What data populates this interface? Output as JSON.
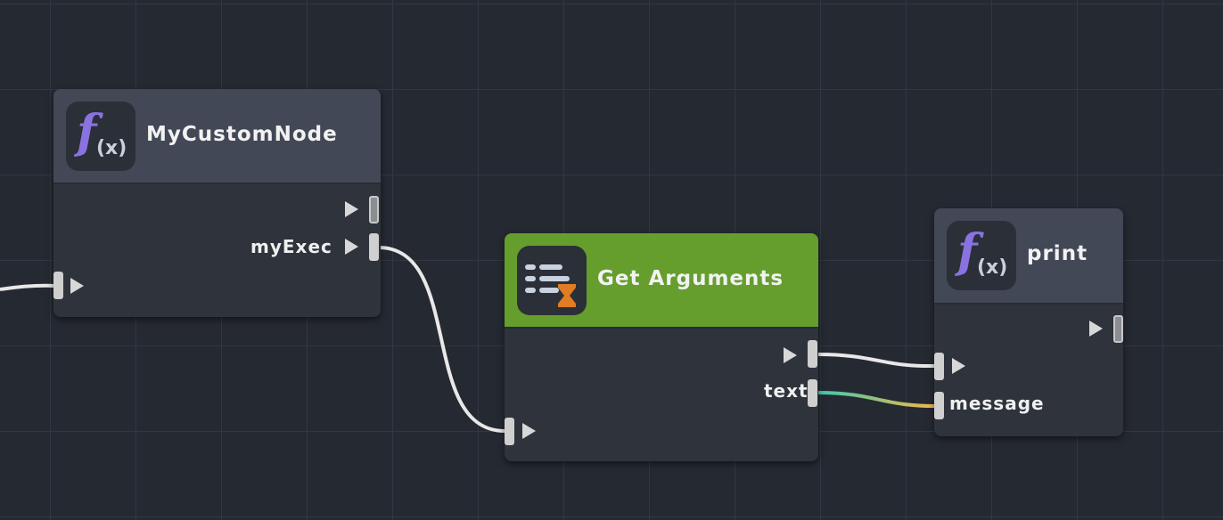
{
  "nodes": {
    "custom": {
      "title": "MyCustomNode",
      "icon": "function-icon",
      "outputs": [
        "",
        "myExec"
      ],
      "inputs": [
        ""
      ]
    },
    "get_args": {
      "title": "Get Arguments",
      "icon": "arguments-icon",
      "outputs": [
        "",
        "text"
      ],
      "inputs": [
        ""
      ],
      "header_color": "#659e2d"
    },
    "print": {
      "title": "print",
      "icon": "function-icon",
      "outputs": [
        ""
      ],
      "inputs": [
        "",
        "message"
      ]
    }
  },
  "icon_text": {
    "f": "f",
    "x": "(x)"
  },
  "colors": {
    "background": "#252932",
    "node_body": "#2e333c",
    "node_header": "#434857",
    "wire_exec": "#e8e8e8",
    "wire_string_start": "#3ec9b0",
    "wire_string_end": "#f2b84b"
  }
}
